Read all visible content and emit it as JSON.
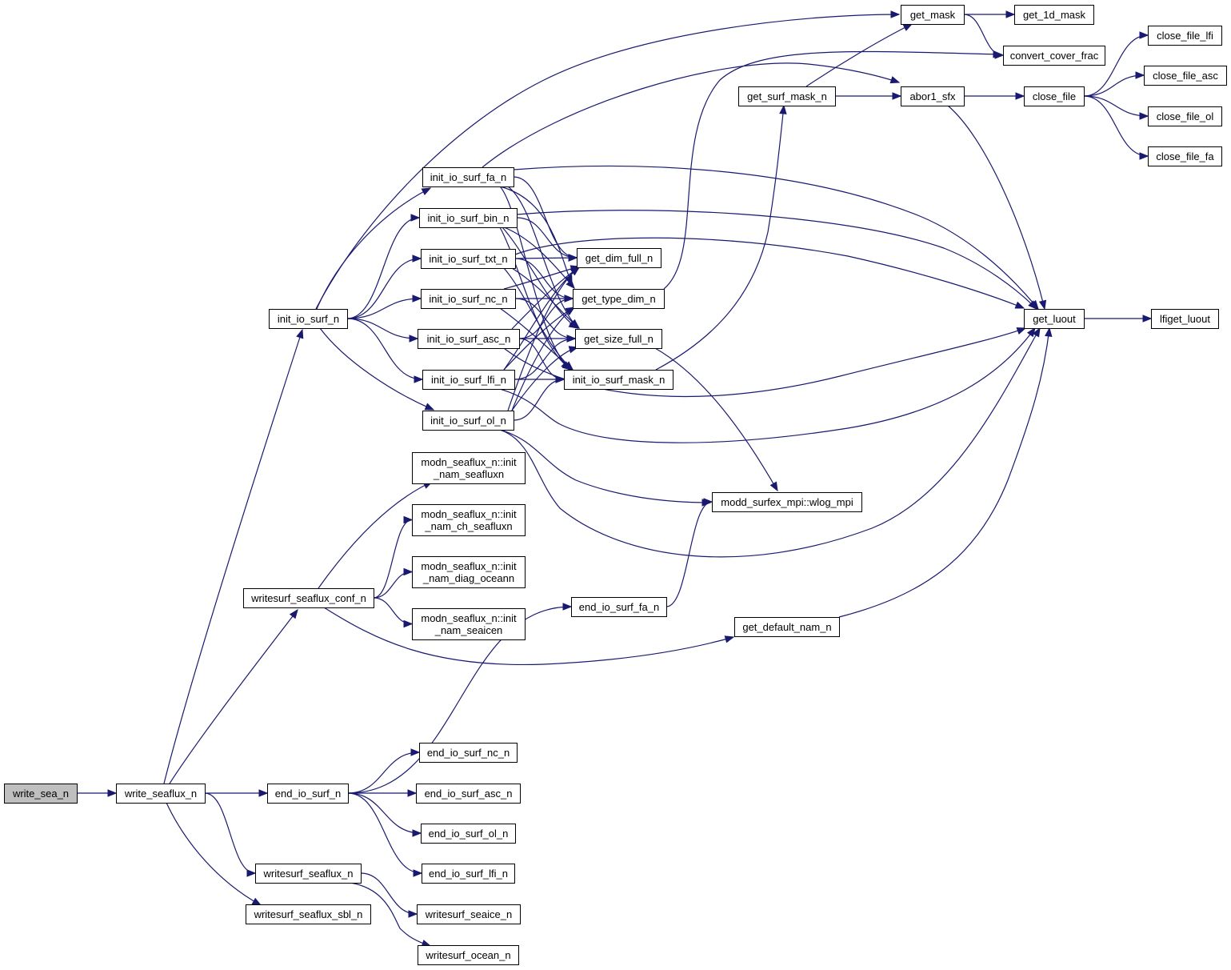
{
  "graph": {
    "edge_color": "#191970",
    "root_fill": "#bfbfbf",
    "nodes": [
      {
        "id": "write_sea_n",
        "lines": [
          "write_sea_n"
        ],
        "root": true
      },
      {
        "id": "write_seaflux_n",
        "lines": [
          "write_seaflux_n"
        ]
      },
      {
        "id": "init_io_surf_n",
        "lines": [
          "init_io_surf_n"
        ]
      },
      {
        "id": "writesurf_seaflux_conf_n",
        "lines": [
          "writesurf_seaflux_conf_n"
        ]
      },
      {
        "id": "end_io_surf_n",
        "lines": [
          "end_io_surf_n"
        ]
      },
      {
        "id": "writesurf_seaflux_n",
        "lines": [
          "writesurf_seaflux_n"
        ]
      },
      {
        "id": "writesurf_seaflux_sbl_n",
        "lines": [
          "writesurf_seaflux_sbl_n"
        ]
      },
      {
        "id": "init_io_surf_fa_n",
        "lines": [
          "init_io_surf_fa_n"
        ]
      },
      {
        "id": "init_io_surf_bin_n",
        "lines": [
          "init_io_surf_bin_n"
        ]
      },
      {
        "id": "init_io_surf_txt_n",
        "lines": [
          "init_io_surf_txt_n"
        ]
      },
      {
        "id": "init_io_surf_nc_n",
        "lines": [
          "init_io_surf_nc_n"
        ]
      },
      {
        "id": "init_io_surf_asc_n",
        "lines": [
          "init_io_surf_asc_n"
        ]
      },
      {
        "id": "init_io_surf_lfi_n",
        "lines": [
          "init_io_surf_lfi_n"
        ]
      },
      {
        "id": "init_io_surf_ol_n",
        "lines": [
          "init_io_surf_ol_n"
        ]
      },
      {
        "id": "init_nam_seafluxn",
        "lines": [
          "modn_seaflux_n::init",
          "_nam_seafluxn"
        ]
      },
      {
        "id": "init_nam_ch_seafluxn",
        "lines": [
          "modn_seaflux_n::init",
          "_nam_ch_seafluxn"
        ]
      },
      {
        "id": "init_nam_diag_oceann",
        "lines": [
          "modn_seaflux_n::init",
          "_nam_diag_oceann"
        ]
      },
      {
        "id": "init_nam_seaicen",
        "lines": [
          "modn_seaflux_n::init",
          "_nam_seaicen"
        ]
      },
      {
        "id": "end_io_surf_nc_n",
        "lines": [
          "end_io_surf_nc_n"
        ]
      },
      {
        "id": "end_io_surf_asc_n",
        "lines": [
          "end_io_surf_asc_n"
        ]
      },
      {
        "id": "end_io_surf_ol_n",
        "lines": [
          "end_io_surf_ol_n"
        ]
      },
      {
        "id": "end_io_surf_lfi_n",
        "lines": [
          "end_io_surf_lfi_n"
        ]
      },
      {
        "id": "writesurf_seaice_n",
        "lines": [
          "writesurf_seaice_n"
        ]
      },
      {
        "id": "writesurf_ocean_n",
        "lines": [
          "writesurf_ocean_n"
        ]
      },
      {
        "id": "get_dim_full_n",
        "lines": [
          "get_dim_full_n"
        ]
      },
      {
        "id": "get_type_dim_n",
        "lines": [
          "get_type_dim_n"
        ]
      },
      {
        "id": "get_size_full_n",
        "lines": [
          "get_size_full_n"
        ]
      },
      {
        "id": "init_io_surf_mask_n",
        "lines": [
          "init_io_surf_mask_n"
        ]
      },
      {
        "id": "wlog_mpi",
        "lines": [
          "modd_surfex_mpi::wlog_mpi"
        ]
      },
      {
        "id": "end_io_surf_fa_n",
        "lines": [
          "end_io_surf_fa_n"
        ]
      },
      {
        "id": "get_default_nam_n",
        "lines": [
          "get_default_nam_n"
        ]
      },
      {
        "id": "get_mask",
        "lines": [
          "get_mask"
        ]
      },
      {
        "id": "get_surf_mask_n",
        "lines": [
          "get_surf_mask_n"
        ]
      },
      {
        "id": "get_1d_mask",
        "lines": [
          "get_1d_mask"
        ]
      },
      {
        "id": "convert_cover_frac",
        "lines": [
          "convert_cover_frac"
        ]
      },
      {
        "id": "abor1_sfx",
        "lines": [
          "abor1_sfx"
        ]
      },
      {
        "id": "close_file",
        "lines": [
          "close_file"
        ]
      },
      {
        "id": "get_luout",
        "lines": [
          "get_luout"
        ]
      },
      {
        "id": "lfiget_luout",
        "lines": [
          "lfiget_luout"
        ]
      },
      {
        "id": "close_file_lfi",
        "lines": [
          "close_file_lfi"
        ]
      },
      {
        "id": "close_file_asc",
        "lines": [
          "close_file_asc"
        ]
      },
      {
        "id": "close_file_ol",
        "lines": [
          "close_file_ol"
        ]
      },
      {
        "id": "close_file_fa",
        "lines": [
          "close_file_fa"
        ]
      }
    ],
    "edges": [
      [
        "write_sea_n",
        "write_seaflux_n"
      ],
      [
        "write_seaflux_n",
        "init_io_surf_n"
      ],
      [
        "write_seaflux_n",
        "writesurf_seaflux_conf_n"
      ],
      [
        "write_seaflux_n",
        "end_io_surf_n"
      ],
      [
        "write_seaflux_n",
        "writesurf_seaflux_n"
      ],
      [
        "write_seaflux_n",
        "writesurf_seaflux_sbl_n"
      ],
      [
        "init_io_surf_n",
        "init_io_surf_fa_n"
      ],
      [
        "init_io_surf_n",
        "init_io_surf_bin_n"
      ],
      [
        "init_io_surf_n",
        "init_io_surf_txt_n"
      ],
      [
        "init_io_surf_n",
        "init_io_surf_nc_n"
      ],
      [
        "init_io_surf_n",
        "init_io_surf_asc_n"
      ],
      [
        "init_io_surf_n",
        "init_io_surf_lfi_n"
      ],
      [
        "init_io_surf_n",
        "init_io_surf_ol_n"
      ],
      [
        "init_io_surf_n",
        "get_mask"
      ],
      [
        "writesurf_seaflux_conf_n",
        "init_nam_seafluxn"
      ],
      [
        "writesurf_seaflux_conf_n",
        "init_nam_ch_seafluxn"
      ],
      [
        "writesurf_seaflux_conf_n",
        "init_nam_diag_oceann"
      ],
      [
        "writesurf_seaflux_conf_n",
        "init_nam_seaicen"
      ],
      [
        "writesurf_seaflux_conf_n",
        "get_default_nam_n"
      ],
      [
        "end_io_surf_n",
        "end_io_surf_fa_n"
      ],
      [
        "end_io_surf_n",
        "end_io_surf_nc_n"
      ],
      [
        "end_io_surf_n",
        "end_io_surf_asc_n"
      ],
      [
        "end_io_surf_n",
        "end_io_surf_ol_n"
      ],
      [
        "end_io_surf_n",
        "end_io_surf_lfi_n"
      ],
      [
        "writesurf_seaflux_n",
        "writesurf_seaice_n"
      ],
      [
        "writesurf_seaflux_n",
        "writesurf_ocean_n"
      ],
      [
        "init_io_surf_fa_n",
        "abor1_sfx"
      ],
      [
        "init_io_surf_fa_n",
        "get_luout"
      ],
      [
        "init_io_surf_fa_n",
        "get_dim_full_n"
      ],
      [
        "init_io_surf_fa_n",
        "get_type_dim_n"
      ],
      [
        "init_io_surf_fa_n",
        "get_size_full_n"
      ],
      [
        "init_io_surf_fa_n",
        "init_io_surf_mask_n"
      ],
      [
        "init_io_surf_bin_n",
        "get_luout"
      ],
      [
        "init_io_surf_bin_n",
        "get_dim_full_n"
      ],
      [
        "init_io_surf_bin_n",
        "get_type_dim_n"
      ],
      [
        "init_io_surf_bin_n",
        "get_size_full_n"
      ],
      [
        "init_io_surf_bin_n",
        "init_io_surf_mask_n"
      ],
      [
        "init_io_surf_txt_n",
        "get_luout"
      ],
      [
        "init_io_surf_txt_n",
        "get_dim_full_n"
      ],
      [
        "init_io_surf_txt_n",
        "get_type_dim_n"
      ],
      [
        "init_io_surf_txt_n",
        "get_size_full_n"
      ],
      [
        "init_io_surf_txt_n",
        "init_io_surf_mask_n"
      ],
      [
        "init_io_surf_nc_n",
        "get_dim_full_n"
      ],
      [
        "init_io_surf_nc_n",
        "get_type_dim_n"
      ],
      [
        "init_io_surf_nc_n",
        "get_size_full_n"
      ],
      [
        "init_io_surf_nc_n",
        "init_io_surf_mask_n"
      ],
      [
        "init_io_surf_asc_n",
        "get_dim_full_n"
      ],
      [
        "init_io_surf_asc_n",
        "get_type_dim_n"
      ],
      [
        "init_io_surf_asc_n",
        "get_size_full_n"
      ],
      [
        "init_io_surf_asc_n",
        "init_io_surf_mask_n"
      ],
      [
        "init_io_surf_asc_n",
        "get_luout"
      ],
      [
        "init_io_surf_lfi_n",
        "get_dim_full_n"
      ],
      [
        "init_io_surf_lfi_n",
        "get_type_dim_n"
      ],
      [
        "init_io_surf_lfi_n",
        "get_size_full_n"
      ],
      [
        "init_io_surf_lfi_n",
        "init_io_surf_mask_n"
      ],
      [
        "init_io_surf_lfi_n",
        "get_luout"
      ],
      [
        "init_io_surf_ol_n",
        "get_dim_full_n"
      ],
      [
        "init_io_surf_ol_n",
        "get_type_dim_n"
      ],
      [
        "init_io_surf_ol_n",
        "get_size_full_n"
      ],
      [
        "init_io_surf_ol_n",
        "init_io_surf_mask_n"
      ],
      [
        "init_io_surf_ol_n",
        "wlog_mpi"
      ],
      [
        "init_io_surf_ol_n",
        "get_luout"
      ],
      [
        "get_type_dim_n",
        "convert_cover_frac"
      ],
      [
        "get_size_full_n",
        "wlog_mpi"
      ],
      [
        "init_io_surf_mask_n",
        "get_surf_mask_n"
      ],
      [
        "end_io_surf_fa_n",
        "wlog_mpi"
      ],
      [
        "get_default_nam_n",
        "get_luout"
      ],
      [
        "get_mask",
        "get_1d_mask"
      ],
      [
        "get_mask",
        "convert_cover_frac"
      ],
      [
        "get_surf_mask_n",
        "get_mask"
      ],
      [
        "get_surf_mask_n",
        "abor1_sfx"
      ],
      [
        "abor1_sfx",
        "close_file"
      ],
      [
        "abor1_sfx",
        "get_luout"
      ],
      [
        "close_file",
        "close_file_lfi"
      ],
      [
        "close_file",
        "close_file_asc"
      ],
      [
        "close_file",
        "close_file_ol"
      ],
      [
        "close_file",
        "close_file_fa"
      ],
      [
        "get_luout",
        "lfiget_luout"
      ]
    ]
  }
}
